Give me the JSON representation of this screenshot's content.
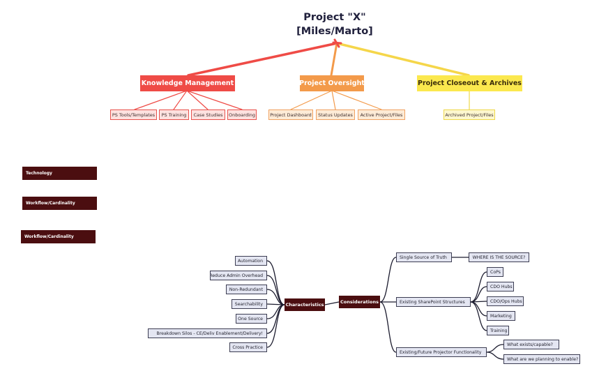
{
  "title": {
    "line1": "Project \"X\"",
    "line2": "[Miles/Marto]"
  },
  "branches": {
    "km": {
      "label": "Knowledge Management",
      "color": "#ef4b46",
      "children": [
        "PS Tools/Templates",
        "PS Training",
        "Case Studies",
        "Onboarding"
      ]
    },
    "po": {
      "label": "Project Oversight",
      "color": "#f39a4a",
      "children": [
        "Project Dashboard",
        "Status Updates",
        "Active Project/Files"
      ]
    },
    "pc": {
      "label": "Project Closeout & Archives",
      "color": "#fbe84e",
      "children": [
        "Archived Project/Files"
      ]
    }
  },
  "side_labels": [
    "Technology",
    "Workflow/Cardinality",
    "Workflow/Cardinality"
  ],
  "characteristics": {
    "label": "Characteristics",
    "items": [
      "Automation",
      "Reduce Admin Overhead",
      "Non-Redundant",
      "Searchability",
      "One Source",
      "Breakdown Silos - CE/Deliv Enablement/Delivery!",
      "Cross Practice"
    ]
  },
  "considerations": {
    "label": "Considerations",
    "items": [
      {
        "label": "Single Source of Truth",
        "children": [
          "WHERE IS THE SOURCE?"
        ]
      },
      {
        "label": "Existing SharePoint Structures",
        "children": [
          "CoPs",
          "CDO Hubs",
          "CDO/Ops Hubs",
          "Marketing",
          "Training"
        ]
      },
      {
        "label": "Existing/Future Projector Functionality",
        "children": [
          "What exists/capable?",
          "What are we planning to enable?"
        ]
      }
    ]
  }
}
